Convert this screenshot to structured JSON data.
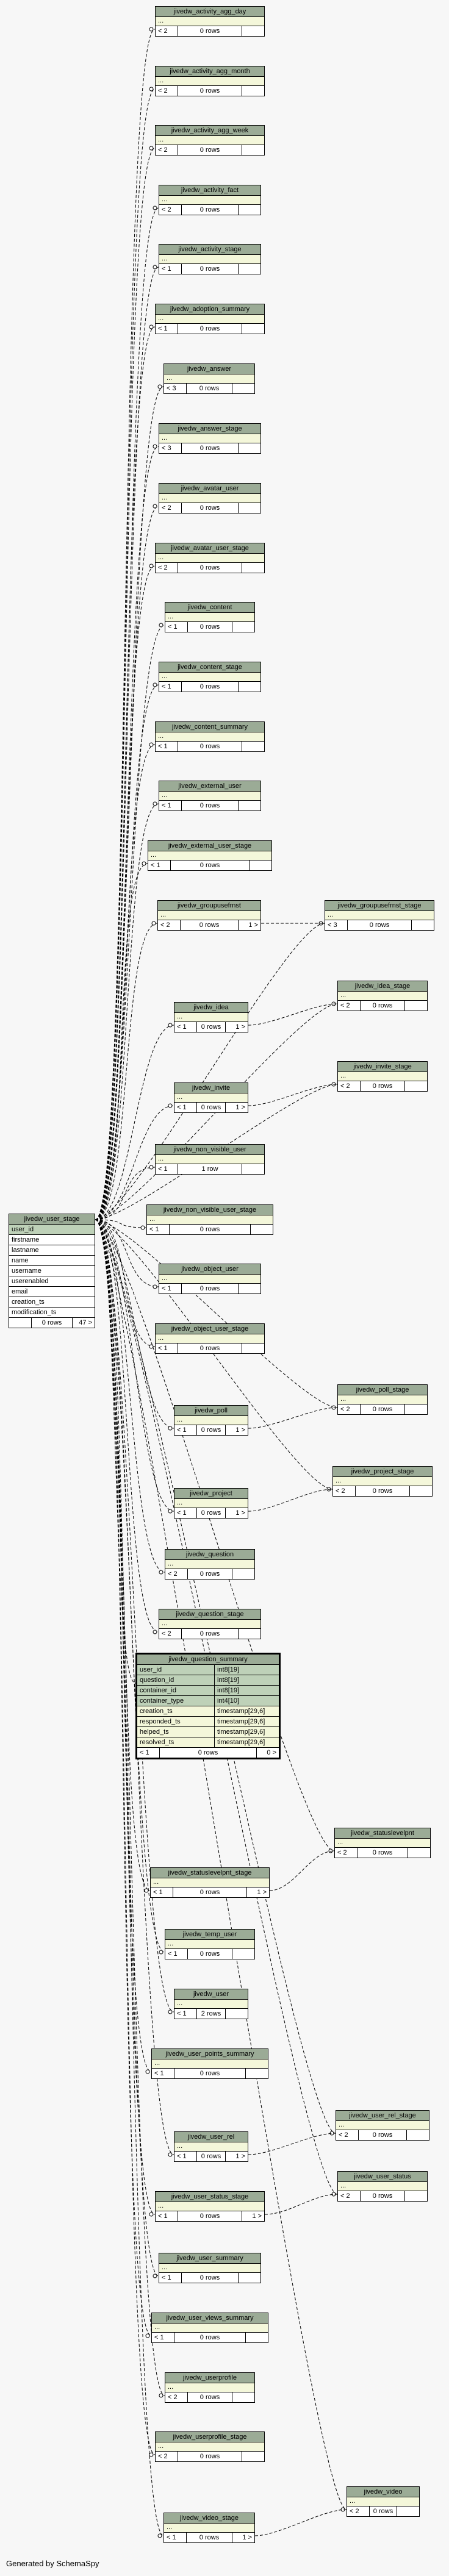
{
  "generated_by": "Generated by SchemaSpy",
  "ellipsis": "...",
  "focus_table": {
    "name": "jivedw_question_summary",
    "columns": [
      {
        "name": "user_id",
        "type": "int8[19]",
        "style": "pk"
      },
      {
        "name": "question_id",
        "type": "int8[19]",
        "style": "pk"
      },
      {
        "name": "container_id",
        "type": "int8[19]",
        "style": "pk"
      },
      {
        "name": "container_type",
        "type": "int4[10]",
        "style": "pk"
      },
      {
        "name": "creation_ts",
        "type": "timestamp[29,6]",
        "style": "idx"
      },
      {
        "name": "responded_ts",
        "type": "timestamp[29,6]",
        "style": "idx"
      },
      {
        "name": "helped_ts",
        "type": "timestamp[29,6]",
        "style": "idx"
      },
      {
        "name": "resolved_ts",
        "type": "timestamp[29,6]",
        "style": "idx"
      }
    ],
    "footer": [
      "< 1",
      "0 rows",
      "0 >"
    ]
  },
  "user_stage": {
    "name": "jivedw_user_stage",
    "columns": [
      "user_id",
      "firstname",
      "lastname",
      "name",
      "username",
      "userenabled",
      "email",
      "creation_ts",
      "modification_ts"
    ],
    "footer": [
      "",
      "0 rows",
      "47 >"
    ]
  },
  "tables": [
    {
      "name": "jivedw_activity_agg_day",
      "footer": [
        "< 2",
        "0 rows",
        ""
      ]
    },
    {
      "name": "jivedw_activity_agg_month",
      "footer": [
        "< 2",
        "0 rows",
        ""
      ]
    },
    {
      "name": "jivedw_activity_agg_week",
      "footer": [
        "< 2",
        "0 rows",
        ""
      ]
    },
    {
      "name": "jivedw_activity_fact",
      "footer": [
        "< 2",
        "0 rows",
        ""
      ]
    },
    {
      "name": "jivedw_activity_stage",
      "footer": [
        "< 1",
        "0 rows",
        ""
      ]
    },
    {
      "name": "jivedw_adoption_summary",
      "footer": [
        "< 1",
        "0 rows",
        ""
      ]
    },
    {
      "name": "jivedw_answer",
      "footer": [
        "< 3",
        "0 rows",
        ""
      ]
    },
    {
      "name": "jivedw_answer_stage",
      "footer": [
        "< 3",
        "0 rows",
        ""
      ]
    },
    {
      "name": "jivedw_avatar_user",
      "footer": [
        "< 2",
        "0 rows",
        ""
      ]
    },
    {
      "name": "jivedw_avatar_user_stage",
      "footer": [
        "< 2",
        "0 rows",
        ""
      ]
    },
    {
      "name": "jivedw_content",
      "footer": [
        "< 1",
        "0 rows",
        ""
      ]
    },
    {
      "name": "jivedw_content_stage",
      "footer": [
        "< 1",
        "0 rows",
        ""
      ]
    },
    {
      "name": "jivedw_content_summary",
      "footer": [
        "< 1",
        "0 rows",
        ""
      ]
    },
    {
      "name": "jivedw_external_user",
      "footer": [
        "< 1",
        "0 rows",
        ""
      ]
    },
    {
      "name": "jivedw_external_user_stage",
      "footer": [
        "< 1",
        "0 rows",
        ""
      ]
    },
    {
      "name": "jivedw_groupusefrnst",
      "footer": [
        "< 2",
        "0 rows",
        "1 >"
      ]
    },
    {
      "name": "jivedw_groupusefrnst_stage",
      "footer": [
        "< 3",
        "0 rows",
        ""
      ]
    },
    {
      "name": "jivedw_idea",
      "footer": [
        "< 1",
        "0 rows",
        "1 >"
      ]
    },
    {
      "name": "jivedw_idea_stage",
      "footer": [
        "< 2",
        "0 rows",
        ""
      ]
    },
    {
      "name": "jivedw_invite",
      "footer": [
        "< 1",
        "0 rows",
        "1 >"
      ]
    },
    {
      "name": "jivedw_invite_stage",
      "footer": [
        "< 2",
        "0 rows",
        ""
      ]
    },
    {
      "name": "jivedw_non_visible_user",
      "footer": [
        "< 1",
        "1 row",
        ""
      ]
    },
    {
      "name": "jivedw_non_visible_user_stage",
      "footer": [
        "< 1",
        "0 rows",
        ""
      ]
    },
    {
      "name": "jivedw_object_user",
      "footer": [
        "< 1",
        "0 rows",
        ""
      ]
    },
    {
      "name": "jivedw_object_user_stage",
      "footer": [
        "< 1",
        "0 rows",
        ""
      ]
    },
    {
      "name": "jivedw_poll",
      "footer": [
        "< 1",
        "0 rows",
        "1 >"
      ]
    },
    {
      "name": "jivedw_poll_stage",
      "footer": [
        "< 2",
        "0 rows",
        ""
      ]
    },
    {
      "name": "jivedw_project",
      "footer": [
        "< 1",
        "0 rows",
        "1 >"
      ]
    },
    {
      "name": "jivedw_project_stage",
      "footer": [
        "< 2",
        "0 rows",
        ""
      ]
    },
    {
      "name": "jivedw_question",
      "footer": [
        "< 2",
        "0 rows",
        ""
      ]
    },
    {
      "name": "jivedw_question_stage",
      "footer": [
        "< 2",
        "0 rows",
        ""
      ]
    },
    {
      "name": "jivedw_statuslevelpnt",
      "footer": [
        "< 2",
        "0 rows",
        ""
      ]
    },
    {
      "name": "jivedw_statuslevelpnt_stage",
      "footer": [
        "< 1",
        "0 rows",
        "1 >"
      ]
    },
    {
      "name": "jivedw_temp_user",
      "footer": [
        "< 1",
        "0 rows",
        ""
      ]
    },
    {
      "name": "jivedw_user",
      "footer": [
        "< 1",
        "2 rows",
        ""
      ]
    },
    {
      "name": "jivedw_user_points_summary",
      "footer": [
        "< 1",
        "0 rows",
        ""
      ]
    },
    {
      "name": "jivedw_user_rel",
      "footer": [
        "< 1",
        "0 rows",
        "1 >"
      ]
    },
    {
      "name": "jivedw_user_rel_stage",
      "footer": [
        "< 2",
        "0 rows",
        ""
      ]
    },
    {
      "name": "jivedw_user_status",
      "footer": [
        "< 2",
        "0 rows",
        ""
      ]
    },
    {
      "name": "jivedw_user_status_stage",
      "footer": [
        "< 1",
        "0 rows",
        "1 >"
      ]
    },
    {
      "name": "jivedw_user_summary",
      "footer": [
        "< 1",
        "0 rows",
        ""
      ]
    },
    {
      "name": "jivedw_user_views_summary",
      "footer": [
        "< 1",
        "0 rows",
        ""
      ]
    },
    {
      "name": "jivedw_userprofile",
      "footer": [
        "< 2",
        "0 rows",
        ""
      ]
    },
    {
      "name": "jivedw_userprofile_stage",
      "footer": [
        "< 2",
        "0 rows",
        ""
      ]
    },
    {
      "name": "jivedw_video",
      "footer": [
        "< 2",
        "0 rows",
        ""
      ]
    },
    {
      "name": "jivedw_video_stage",
      "footer": [
        "< 1",
        "0 rows",
        "1 >"
      ]
    }
  ],
  "colors": {
    "header": "#9bab96",
    "pk": "#bed1b8",
    "idx": "#f4f7da",
    "background": "#f7f7f7"
  }
}
